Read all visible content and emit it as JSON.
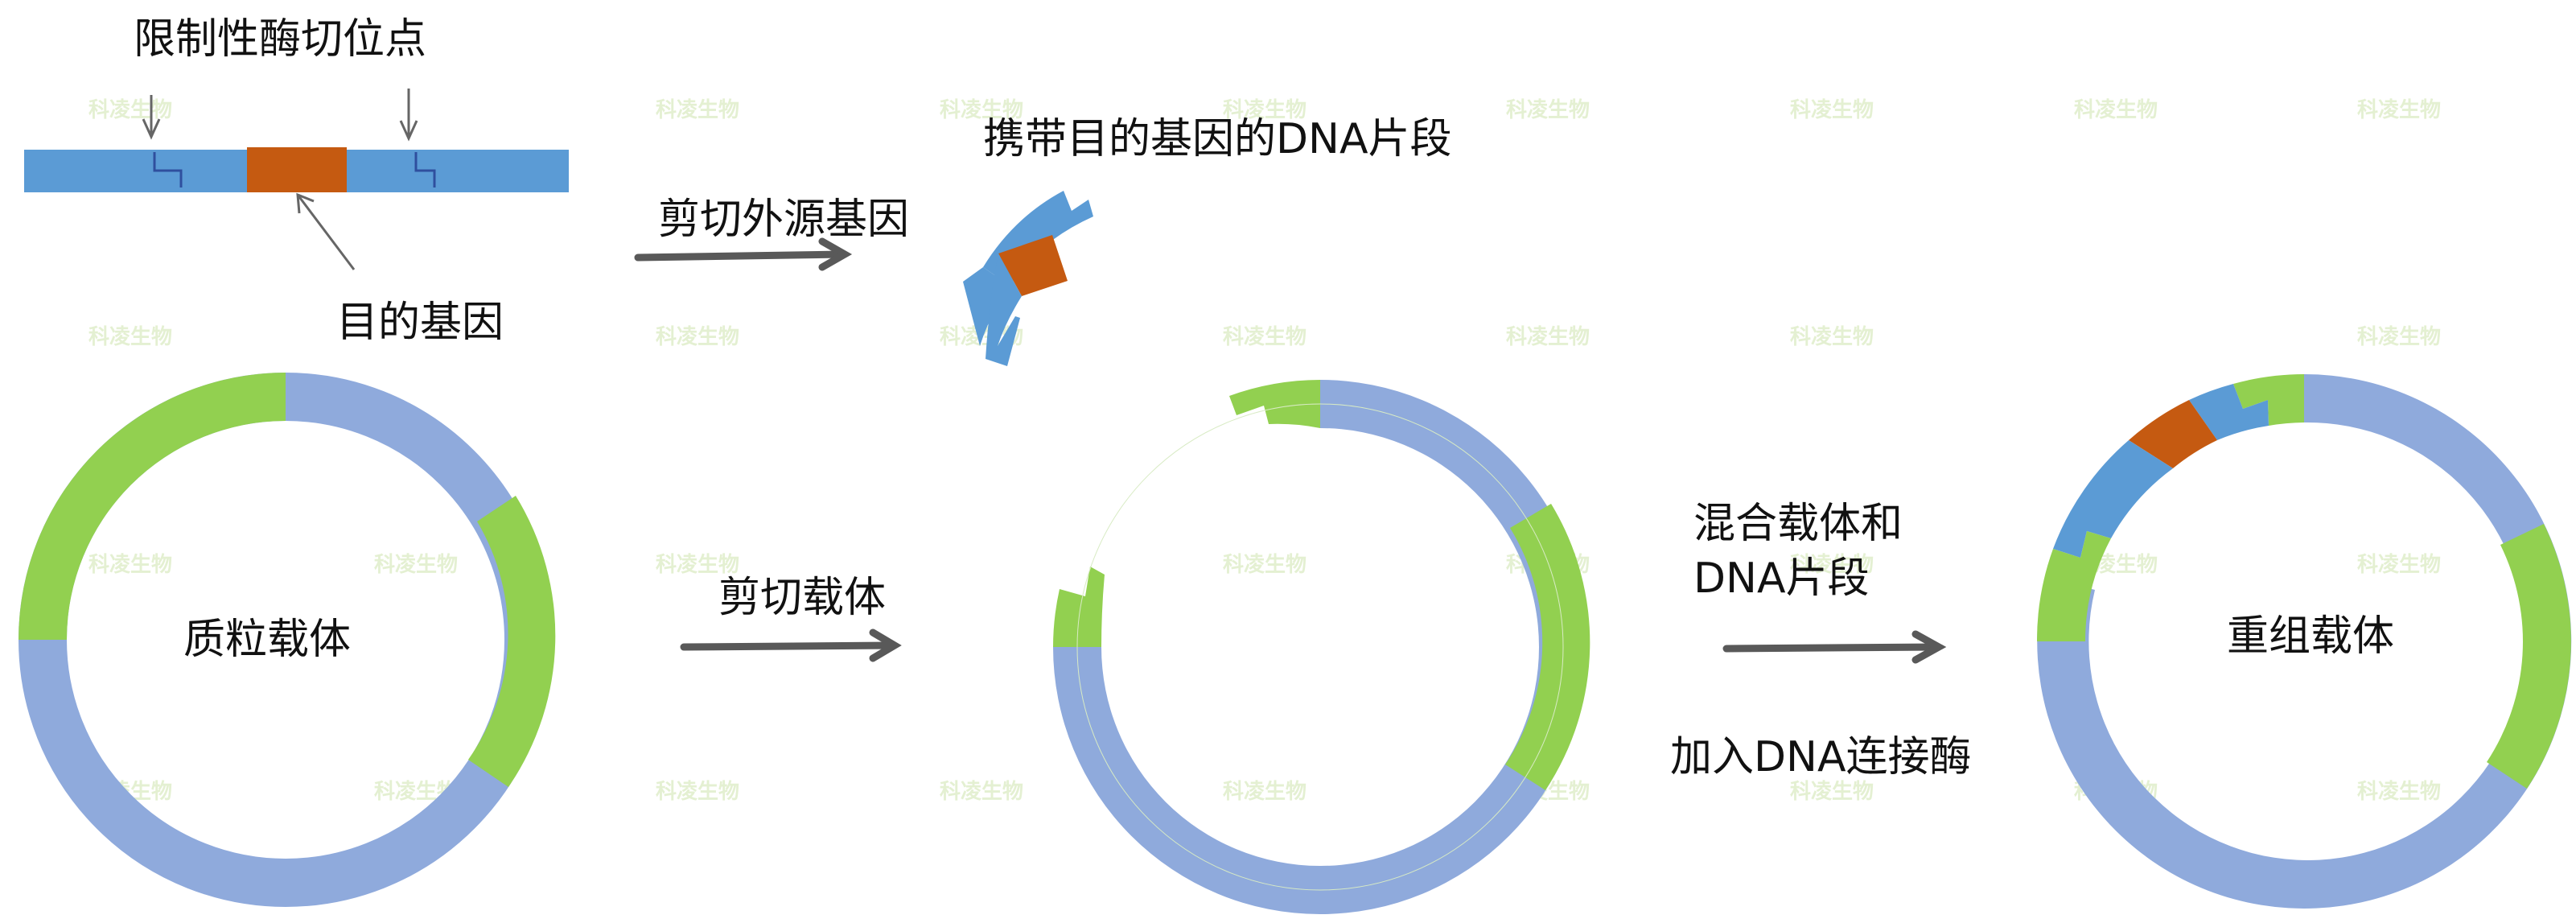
{
  "colors": {
    "dna_blue": "#5b9bd5",
    "gene_orange": "#c55a11",
    "vector_blue": "#8faadc",
    "vector_green": "#92d050",
    "arrow_gray": "#595959",
    "watermark_green": "#e4f0d2"
  },
  "watermark": "科凌生物",
  "labels": {
    "restriction_sites": "限制性酶切位点",
    "target_gene": "目的基因",
    "cut_foreign_gene": "剪切外源基因",
    "dna_fragment": "携带目的基因的DNA片段",
    "plasmid_vector": "质粒载体",
    "cut_vector": "剪切载体",
    "mix_line1": "混合载体和",
    "mix_line2": "DNA片段",
    "add_ligase": "加入DNA连接酶",
    "recombinant_vector": "重组载体"
  }
}
